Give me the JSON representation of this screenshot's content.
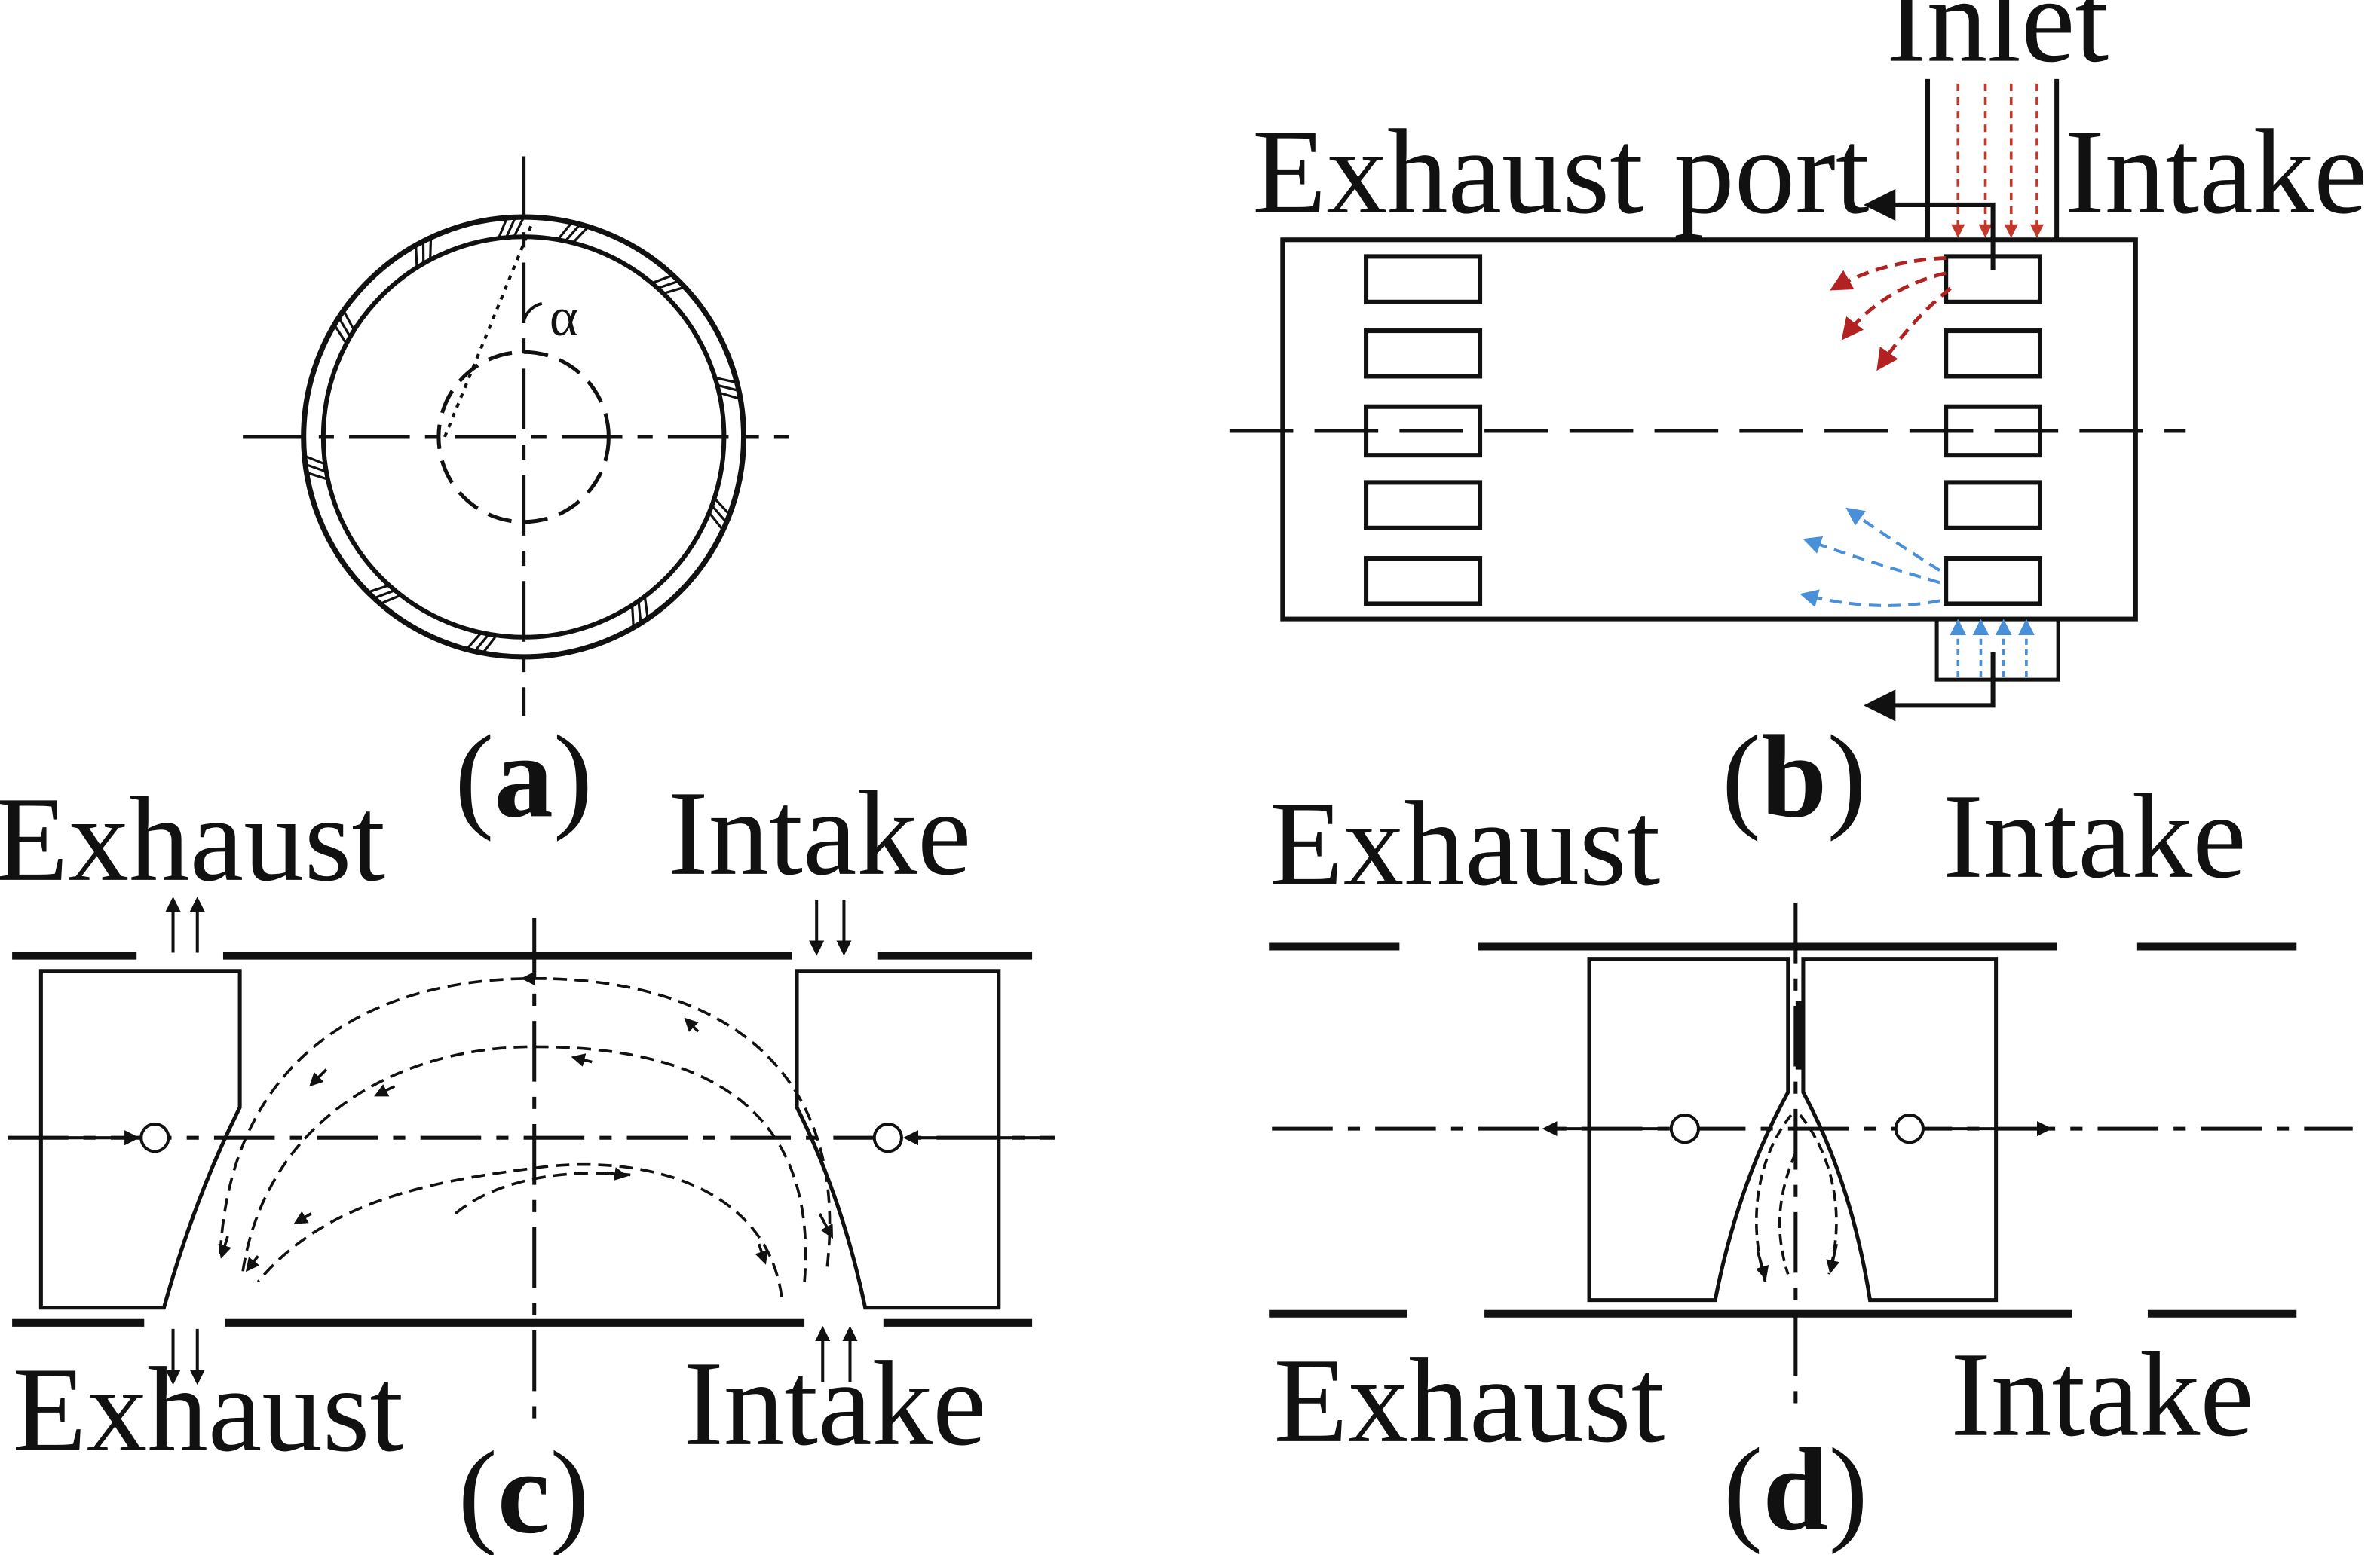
{
  "panels": {
    "a": {
      "caption_open": "(",
      "caption_letter": "a",
      "caption_close": ")",
      "angle_label": "α"
    },
    "b": {
      "caption_open": "(",
      "caption_letter": "b",
      "caption_close": ")",
      "inlet_label": "Inlet",
      "exhaust_port_label": "Exhaust port",
      "intake_port_label": "Intake port",
      "inflow_color": "#c0392b",
      "swirl_top_color": "#b22222",
      "swirl_bottom_color": "#4a90d9"
    },
    "c": {
      "caption_open": "(",
      "caption_letter": "c",
      "caption_close": ")",
      "exhaust_top": "Exhaust",
      "intake_top": "Intake",
      "exhaust_bottom": "Exhaust",
      "intake_bottom": "Intake"
    },
    "d": {
      "caption_open": "(",
      "caption_letter": "d",
      "caption_close": ")",
      "exhaust_top": "Exhaust",
      "intake_top": "Intake",
      "exhaust_bottom": "Exhaust",
      "intake_bottom": "Intake"
    }
  }
}
